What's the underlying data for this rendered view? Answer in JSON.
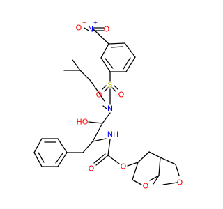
{
  "colors": {
    "carbon_bond": "#000000",
    "oxygen": "#ff0000",
    "nitrogen": "#0000ff",
    "sulfur": "#b8b800"
  },
  "atoms": {
    "nitro_o_left": "O",
    "nitro_o_left_charge": "−",
    "nitro_n": "N",
    "nitro_n_charge": "+",
    "nitro_o_right": "O",
    "sulfonyl_s": "S",
    "sulfonyl_o_left": "O",
    "sulfonyl_o_right": "O",
    "sulfonamide_n": "N",
    "hydroxyl": "HO",
    "amide_nh": "NH",
    "carbamate_o_carbonyl": "O",
    "carbamate_o_ester": "O",
    "furan_o_left": "O",
    "furan_o_right": "O"
  }
}
